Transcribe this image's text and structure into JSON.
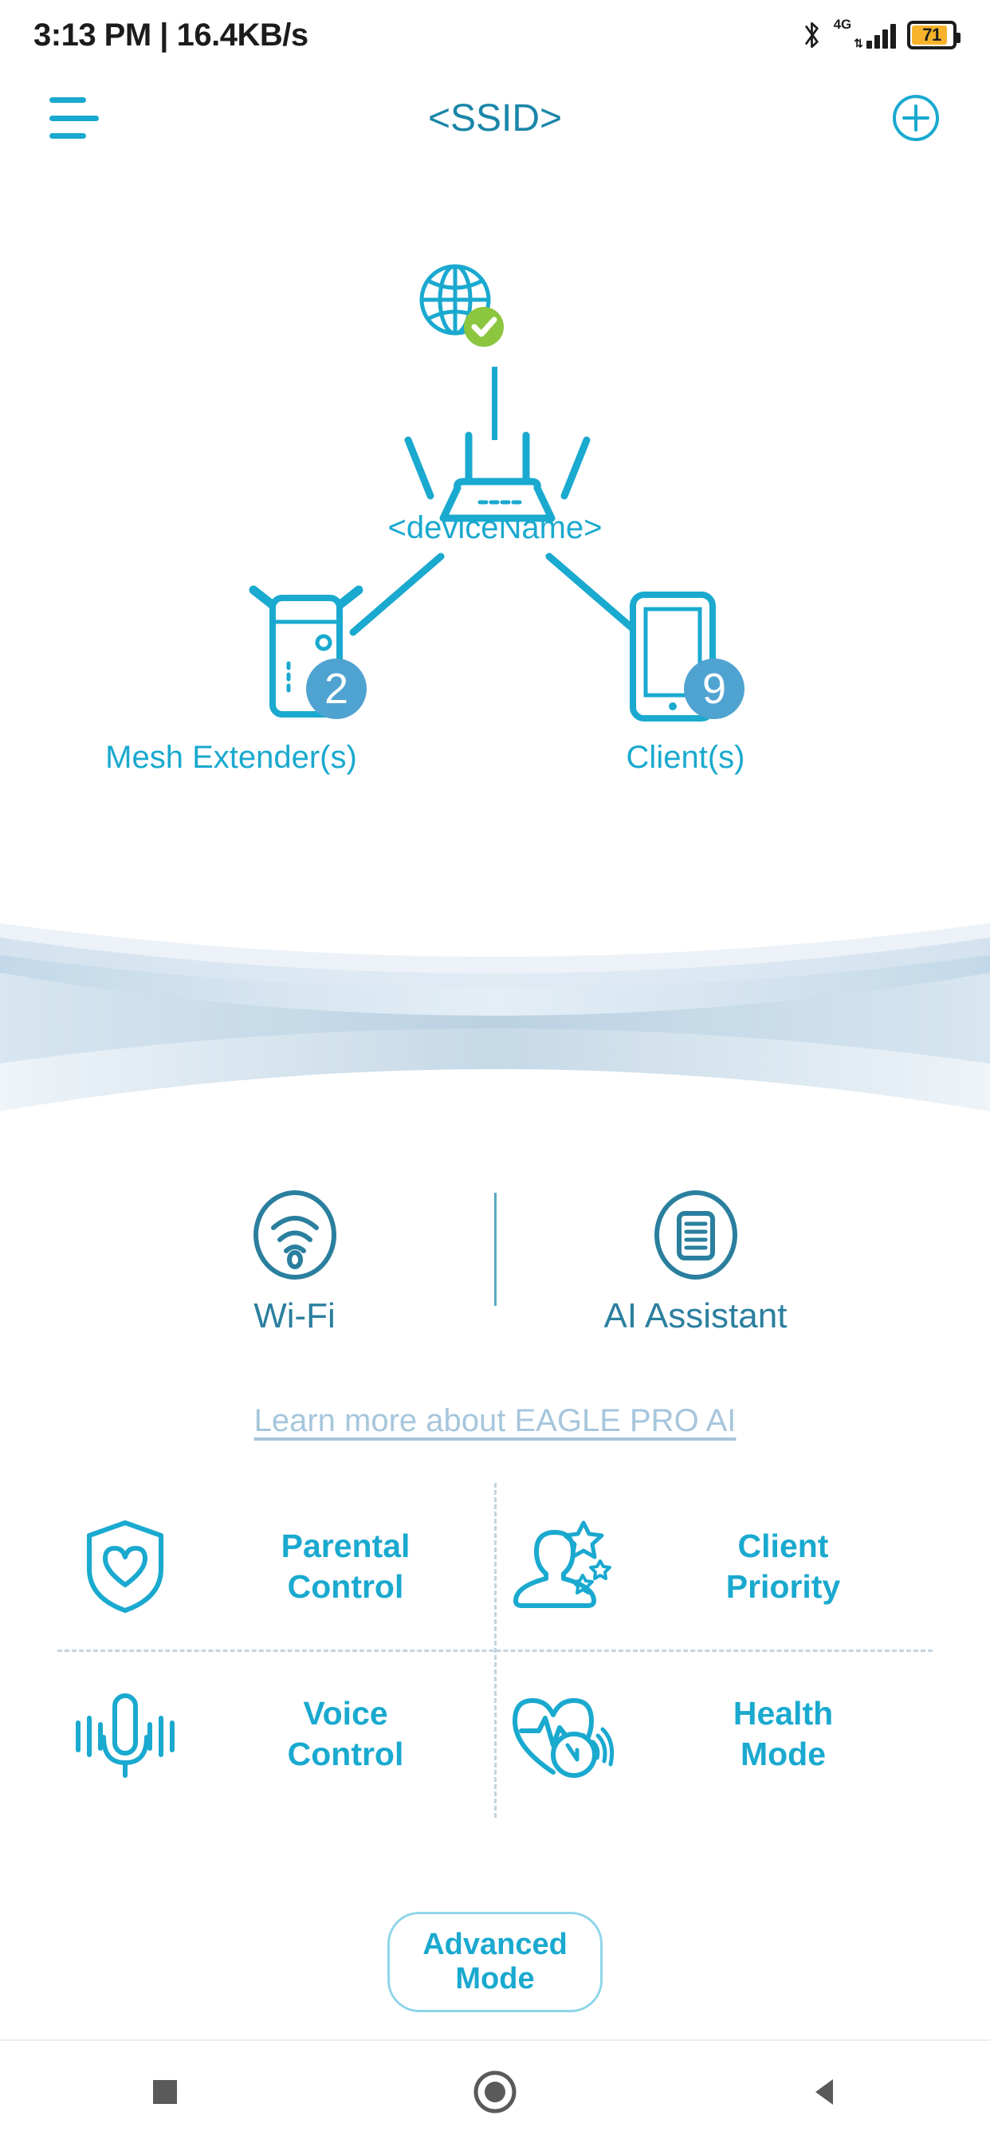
{
  "statusbar": {
    "time_and_speed": "3:13 PM | 16.4KB/s",
    "network_type": "4G",
    "battery_percent": "71",
    "icons": [
      "bluetooth-icon",
      "signal-icon",
      "battery-icon"
    ]
  },
  "header": {
    "menu_icon": "hamburger-menu-icon",
    "title": "<SSID>",
    "add_icon": "plus-circle-icon"
  },
  "topology": {
    "internet": {
      "icon": "globe-icon",
      "status_badge": "check-icon",
      "status": "connected"
    },
    "router": {
      "icon": "router-icon",
      "label": "<deviceName>"
    },
    "children": [
      {
        "icon": "mesh-extender-icon",
        "count": "2",
        "label": "Mesh Extender(s)"
      },
      {
        "icon": "smartphone-icon",
        "count": "9",
        "label": "Client(s)"
      }
    ]
  },
  "features": [
    {
      "icon": "wifi-icon",
      "label": "Wi-Fi"
    },
    {
      "icon": "ai-assistant-icon",
      "label": "AI Assistant"
    }
  ],
  "learn_more": {
    "label": "Learn more about EAGLE PRO AI"
  },
  "grid": [
    {
      "icon": "shield-heart-icon",
      "label": "Parental\nControl"
    },
    {
      "icon": "person-stars-icon",
      "label": "Client\nPriority"
    },
    {
      "icon": "microphone-icon",
      "label": "Voice\nControl"
    },
    {
      "icon": "heart-pulse-clock-icon",
      "label": "Health\nMode"
    }
  ],
  "advanced_button": {
    "label": "Advanced Mode"
  },
  "navbar": {
    "recent_icon": "square-recent-icon",
    "home_icon": "circle-home-icon",
    "back_icon": "triangle-back-icon"
  },
  "colors": {
    "accent_cyan": "#1aa9cf",
    "accent_teal": "#2b7f9e",
    "badge_blue": "#4fa3d1",
    "status_green": "#8cc63f",
    "link_gray_blue": "#a6c6dc",
    "battery_amber": "#f6b32b"
  }
}
